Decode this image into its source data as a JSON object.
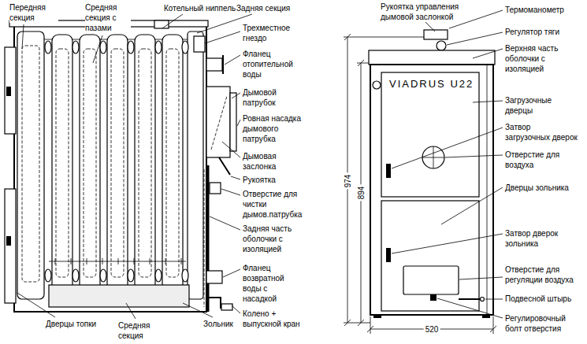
{
  "diagram": {
    "labels": [
      "Передняя секция",
      "Средняя секция с пазами",
      "Котельный ниппель",
      "Задняя секция",
      "Трехместное гнездо",
      "Фланец отопительной воды",
      "Дымовой патрубок",
      "Ровная насадка дымового патрубка",
      "Дымовая заслонка",
      "Рукоятка",
      "Отверстие для чистки дымов.патрубка",
      "Задняя часть оболочки с изоляцией",
      "Фланец возвратной воды с насадкой",
      "Колено + выпускной кран",
      "Дверцы топки",
      "Средняя секция",
      "Зольник",
      "Рукоятка управления дымовой заслонкой",
      "Термоманометр",
      "Регулятор тяги",
      "Верхняя часть оболочки с изоляцией",
      "Загрузочные дверцы",
      "Затвор загрузочных дверок",
      "Отверстие для воздуха",
      "Дверцы зольника",
      "Затвор дверок зольника",
      "Отверстие для регуляции воздуха",
      "Подвесной штырь",
      "Регулировочный болт отверстия",
      "VIADRUS U22",
      "974",
      "894",
      "520"
    ]
  }
}
